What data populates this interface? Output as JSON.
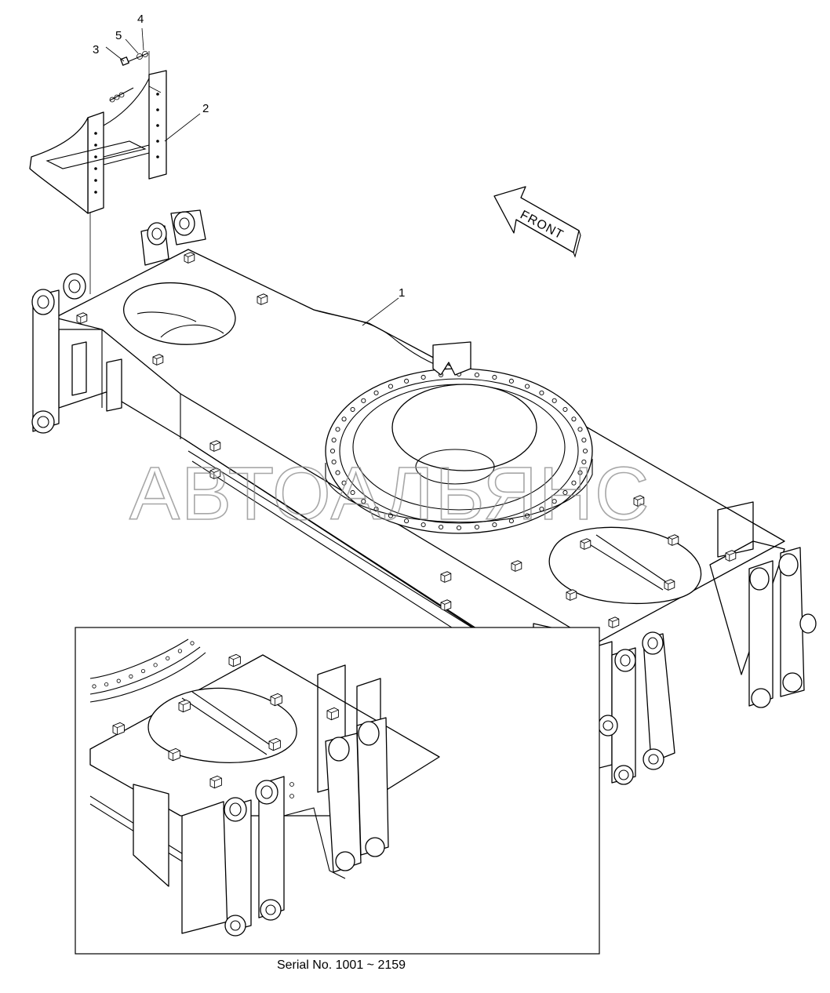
{
  "callouts": {
    "c1": "1",
    "c2": "2",
    "c3": "3",
    "c4": "4",
    "c5": "5"
  },
  "front_label": "FRONT",
  "watermark_text": "АВТОАЛЬЯНС",
  "serial_text": "Serial No. 1001 ~ 2159",
  "colors": {
    "line": "#000000",
    "background": "#ffffff",
    "watermark": "#8a8a8a"
  }
}
